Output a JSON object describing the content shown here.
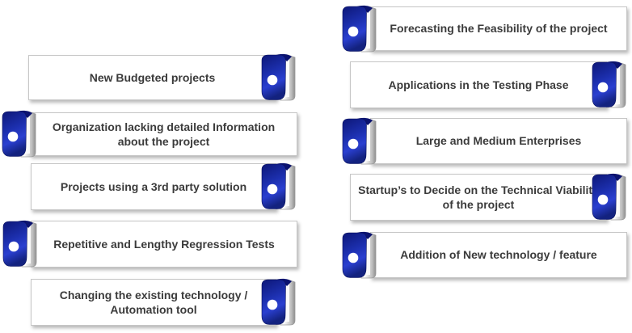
{
  "diagram": {
    "description": "Two-column infographic of white text boxes, each with a blue bookmark/open-book accent icon"
  },
  "columns": {
    "left": {
      "items": [
        {
          "label": "New Budgeted projects",
          "icon_side": "right"
        },
        {
          "label": "Organization lacking detailed Information about the project",
          "icon_side": "left"
        },
        {
          "label": "Projects using a 3rd party solution",
          "icon_side": "right"
        },
        {
          "label": "Repetitive and Lengthy Regression Tests",
          "icon_side": "left"
        },
        {
          "label": "Changing the existing technology / Automation tool",
          "icon_side": "right"
        }
      ]
    },
    "right": {
      "items": [
        {
          "label": "Forecasting the Feasibility of the project",
          "icon_side": "left"
        },
        {
          "label": "Applications in the Testing Phase",
          "icon_side": "right"
        },
        {
          "label": "Large and Medium Enterprises",
          "icon_side": "left"
        },
        {
          "label": "Startup’s to Decide on the Technical Viability of the project",
          "icon_side": "right"
        },
        {
          "label": "Addition of New technology / feature",
          "icon_side": "left"
        }
      ]
    }
  },
  "icon": {
    "name": "bookmark-icon",
    "shape": "blue rounded bookmark with white dot over folded gray page"
  },
  "colors": {
    "ribbon_blue": "#1e2fb0",
    "ribbon_navy": "#0b1370",
    "page_gray": "#9e9e9e",
    "box_background": "#ffffff",
    "box_border": "#c6c6c6",
    "text": "#3b3b3b"
  }
}
